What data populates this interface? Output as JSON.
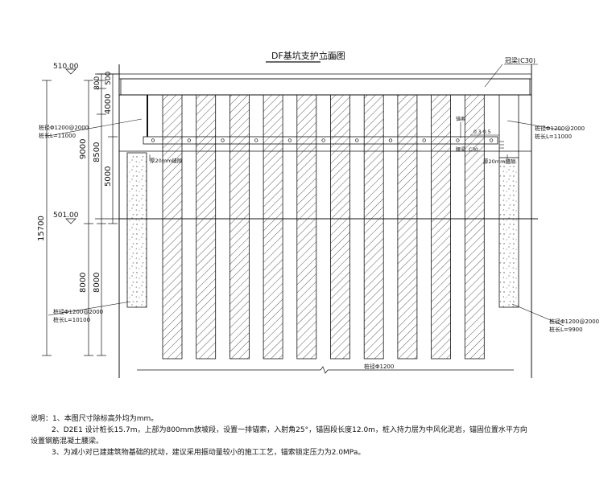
{
  "drawing": {
    "title": "DF基坑支护立面图",
    "scale": "1:100",
    "elevations": {
      "top": "510.00",
      "mid": "501.00"
    },
    "dimensions": {
      "outer_total": "15700",
      "left_upper": "9000",
      "left_lower": "8000",
      "col_80": "800",
      "col_500": "500",
      "col_4000": "4000",
      "col_8500": "8500",
      "col_5000": "5000",
      "col_8000": "8000"
    },
    "labels": {
      "crown_beam": "冠梁(C30)",
      "pile_left_spec": "桩径Φ1200@2000",
      "pile_left_len": "桩长L=11000",
      "pile_right_spec": "桩径Φ1200@2000",
      "pile_right_len": "桩长L=11000",
      "pile_bl_spec": "桩径Φ1200@2000",
      "pile_bl_len": "桩长L=10100",
      "pile_br_spec": "桩径Φ1200@2000",
      "pile_br_len": "桩长L=9900",
      "slot_left": "厚20mm缝隙",
      "slot_right": "厚20mm缝隙",
      "anchor": "锚索",
      "waler": "腰梁",
      "waler_size": "C30",
      "dim_small": "0.3",
      "dim_small2": "0.5",
      "bottom_pile": "桩径Φ1200"
    }
  },
  "notes": {
    "line1": "说明：1、本图尺寸除标高外均为mm。",
    "line2": "2、D2E1 设计桩长15.7m，上部为800mm放坡段，设置一排锚索，入射角25°，锚固段长度12.0m，桩入持力层为中风化泥岩，锚固位置水平方向",
    "line2b": "设置钢筋混凝土腰梁。",
    "line3": "3、为减小对已建建筑物基础的扰动，建议采用振动量较小的施工工艺，锚索锁定压力为2.0MPa。"
  }
}
